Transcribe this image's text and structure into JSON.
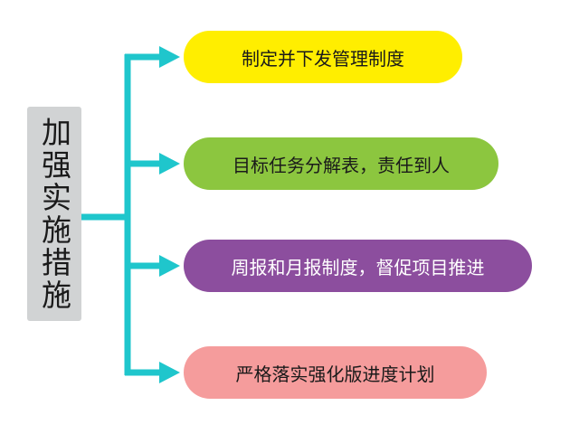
{
  "root": {
    "label": "加强实施措施"
  },
  "branches": [
    {
      "label": "制定并下发管理制度",
      "color": "#ffee00"
    },
    {
      "label": "目标任务分解表，责任到人",
      "color": "#8cc63f"
    },
    {
      "label": "周报和月报制度，督促项目推进",
      "color": "#8c4e9e"
    },
    {
      "label": "严格落实强化版进度计划",
      "color": "#f59c9c"
    }
  ],
  "connector_color": "#1fc6cc"
}
